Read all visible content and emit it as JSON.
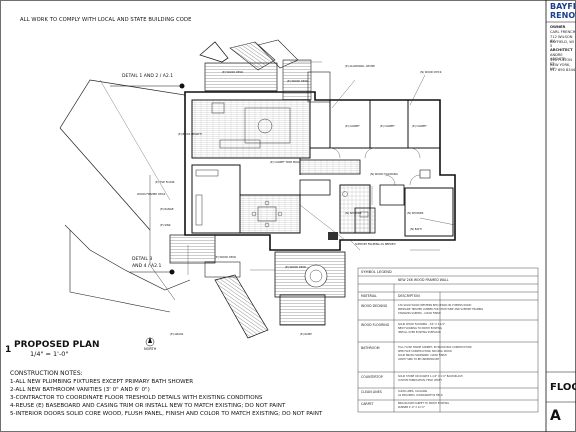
{
  "sheet": {
    "top_note": "ALL WORK TO COMPLY WITH LOCAL AND STATE BUILDING CODE",
    "plan_number": "1",
    "plan_title": "PROPOSED PLAN",
    "plan_scale": "1/4\" = 1'-0\"",
    "north_label": "NORTH"
  },
  "details": {
    "detail1": "DETAIL 1 AND 2 / A2.1",
    "detail2a": "DETAIL 3",
    "detail2b": "AND 4 / A2.1"
  },
  "notes": {
    "title": "CONSTRUCTION NOTES:",
    "items": [
      "1-ALL NEW PLUMBING FIXTURES EXCEPT PRIMARY BATH SHOWER",
      "2-ALL NEW BATHROOM VANITIES (3' 0\" AND 6' 0\")",
      "3-CONTRACTOR TO COORDINATE FLOOR TRESHOLD DETAILS WITH EXISTING CONDITIONS",
      "4-REUSE (E) BASEBOARD AND CASING TRIM OR INSTALL NEW TO MATCH EXISTING; DO NOT PAINT",
      "5-INTERIOR DOORS SOLID CORE WOOD, FLUSH PANEL, FINISH AND COLOR TO MATCH EXISTING; DO NOT PAINT"
    ]
  },
  "legend": {
    "header": "SYMBOL LEGEND",
    "wall_label": "NEW 2X6 WOOD FRAMED WALL",
    "col1": "MATERIAL",
    "col2": "DESCRIPTION",
    "rows": [
      "WOOD DECKING",
      "WOOD FLOORING",
      "BATHROOM",
      "COUNTERTOP",
      "CLEAN LINES",
      "CARPET"
    ]
  },
  "title_block": {
    "project_line1": "BAYFIEL",
    "project_line2": "RENOVA",
    "owner_label": "OWNER",
    "owner_lines": [
      "CARL FRENCH",
      "712 WILSON AV",
      "BAYFIELD, WI 5"
    ],
    "architect_label": "ARCHITECT",
    "architect_lines": [
      "ANDRE ARCHITE",
      "130 FULTON ST",
      "NEW YORK, NY",
      "917 690 8344"
    ],
    "sheet_title": "FLOO",
    "sheet_number": "A"
  },
  "colors": {
    "line": "#1a1a1a",
    "hatch": "#777777",
    "title_blue": "#1b3f8f"
  }
}
